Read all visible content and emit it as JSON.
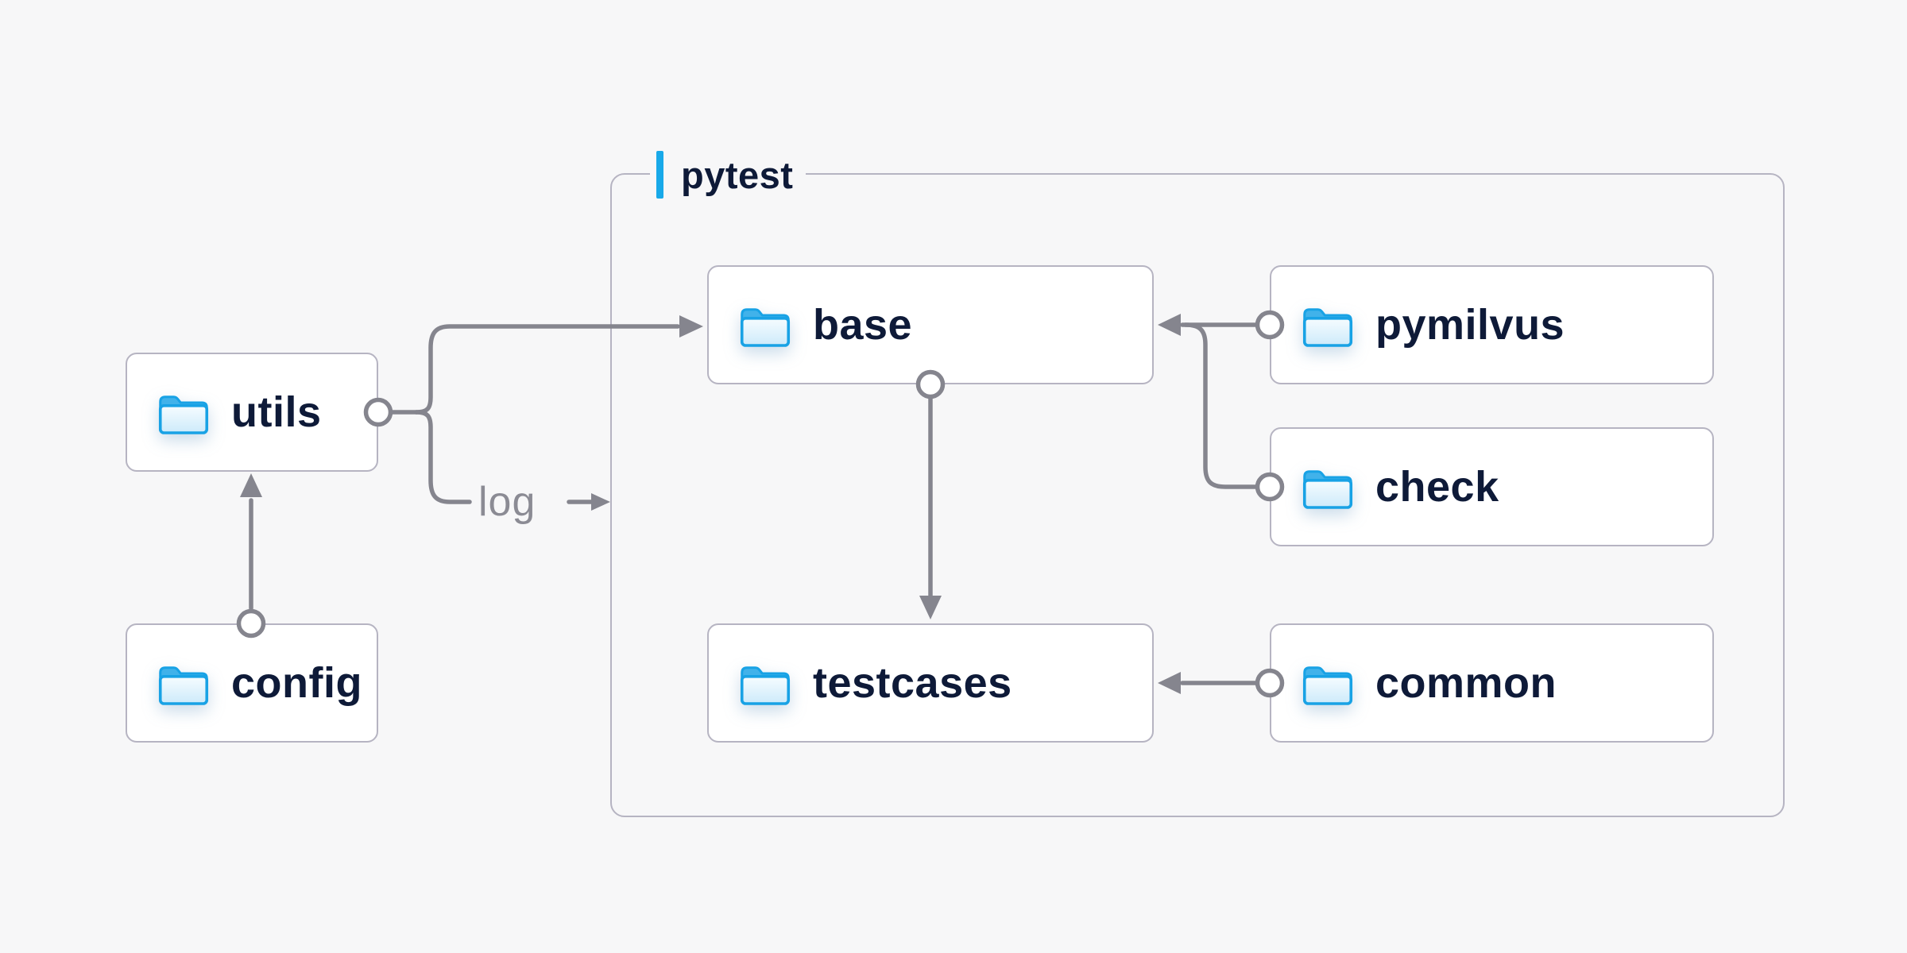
{
  "diagram": {
    "group_label": "pytest",
    "edge_label": "log",
    "nodes": {
      "utils": "utils",
      "config": "config",
      "base": "base",
      "testcases": "testcases",
      "pymilvus": "pymilvus",
      "check": "check",
      "common": "common"
    },
    "icons": {
      "node_icon": "folder-icon"
    },
    "colors": {
      "background": "#f7f7f8",
      "node_fill": "#ffffff",
      "node_border": "#b6b4c2",
      "connector": "#85858e",
      "node_text": "#0e1a38",
      "edge_label_text": "#8b8b94",
      "accent_blue": "#18a9e9",
      "folder_stroke": "#18a2e5"
    }
  }
}
